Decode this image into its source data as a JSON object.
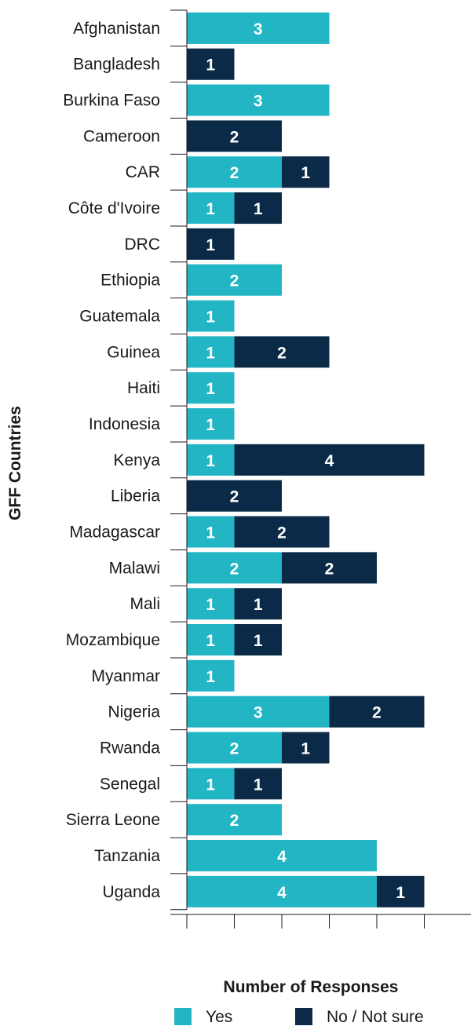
{
  "chart_data": {
    "type": "bar",
    "orientation": "horizontal",
    "stacked": true,
    "categories": [
      "Afghanistan",
      "Bangladesh",
      "Burkina Faso",
      "Cameroon",
      "CAR",
      "Côte d'Ivoire",
      "DRC",
      "Ethiopia",
      "Guatemala",
      "Guinea",
      "Haiti",
      "Indonesia",
      "Kenya",
      "Liberia",
      "Madagascar",
      "Malawi",
      "Mali",
      "Mozambique",
      "Myanmar",
      "Nigeria",
      "Rwanda",
      "Senegal",
      "Sierra Leone",
      "Tanzania",
      "Uganda"
    ],
    "series": [
      {
        "name": "Yes",
        "color": "#22b5c4",
        "values": [
          3,
          0,
          3,
          0,
          2,
          1,
          0,
          2,
          1,
          1,
          1,
          1,
          1,
          0,
          1,
          2,
          1,
          1,
          1,
          3,
          2,
          1,
          2,
          4,
          4
        ]
      },
      {
        "name": "No / Not sure",
        "color": "#0b2a47",
        "values": [
          0,
          1,
          0,
          2,
          1,
          1,
          1,
          0,
          0,
          2,
          0,
          0,
          4,
          2,
          2,
          2,
          1,
          1,
          0,
          2,
          1,
          1,
          0,
          0,
          1
        ]
      }
    ],
    "xlabel": "Number of Responses",
    "ylabel": "GFF Countries",
    "xlim": [
      0,
      6
    ],
    "grid": false,
    "legend_position": "bottom"
  }
}
